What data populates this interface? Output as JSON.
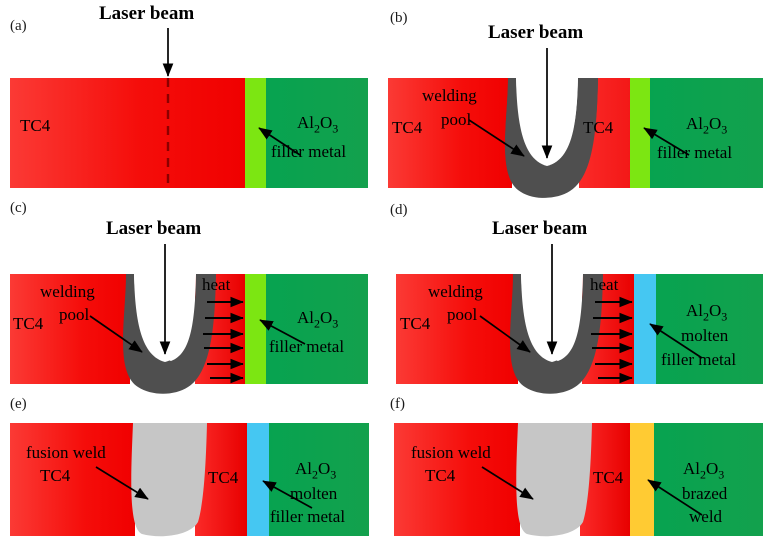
{
  "figure": {
    "description": "Schematic of laser welding-brazing process of TC4 titanium alloy to Al2O3 ceramic with filler metal",
    "panel_count": 6
  },
  "colors": {
    "tc4_red": "#F20808",
    "tc4_red_light": "#FB2A28",
    "al2o3_green": "#11A04E",
    "filler_green": "#7CE612",
    "filler_molten_blue": "#45C7F2",
    "brazed_weld_gold": "#FFCB33",
    "welding_pool_gray": "#4F4F4F",
    "fusion_weld_gray": "#C6C6C6",
    "keyhole_white": "#FFFFFF",
    "arrow_black": "#000000",
    "dashed_line": "#8B0000"
  },
  "panels": [
    {
      "id": "a",
      "label": "(a)",
      "beam_label": "Laser beam",
      "materials": [
        {
          "name": "TC4",
          "label": "TC4"
        },
        {
          "name": "filler-metal",
          "label": "filler metal"
        },
        {
          "name": "Al2O3",
          "label_main": "Al",
          "label_sub1": "2",
          "label_mid": "O",
          "label_sub2": "3"
        }
      ],
      "features": [
        "dashed-beam-axis",
        "downward-beam-arrow",
        "filler-metal-callout"
      ]
    },
    {
      "id": "b",
      "label": "(b)",
      "beam_label": "Laser beam",
      "materials": [
        {
          "name": "TC4",
          "label": "TC4"
        },
        {
          "name": "TC4-right",
          "label": "TC4"
        },
        {
          "name": "filler-metal",
          "label": "filler metal"
        },
        {
          "name": "Al2O3",
          "label_main": "Al",
          "label_sub1": "2",
          "label_mid": "O",
          "label_sub2": "3"
        }
      ],
      "welding_pool_label_line1": "welding",
      "welding_pool_label_line2": "pool",
      "features": [
        "welding-pool",
        "keyhole",
        "downward-beam-arrow",
        "welding-pool-callout",
        "filler-metal-callout"
      ]
    },
    {
      "id": "c",
      "label": "(c)",
      "beam_label": "Laser beam",
      "materials": [
        {
          "name": "TC4",
          "label": "TC4"
        },
        {
          "name": "filler-metal",
          "label": "filler metal"
        },
        {
          "name": "Al2O3",
          "label_main": "Al",
          "label_sub1": "2",
          "label_mid": "O",
          "label_sub2": "3"
        }
      ],
      "welding_pool_label_line1": "welding",
      "welding_pool_label_line2": "pool",
      "heat_label": "heat",
      "heat_arrow_count": 6,
      "features": [
        "welding-pool",
        "keyhole",
        "downward-beam-arrow",
        "heat-flow-arrows",
        "welding-pool-callout",
        "filler-metal-callout"
      ]
    },
    {
      "id": "d",
      "label": "(d)",
      "beam_label": "Laser beam",
      "materials": [
        {
          "name": "TC4",
          "label": "TC4"
        },
        {
          "name": "molten-filler-metal",
          "label_line1": "molten",
          "label_line2": "filler metal"
        },
        {
          "name": "Al2O3",
          "label_main": "Al",
          "label_sub1": "2",
          "label_mid": "O",
          "label_sub2": "3"
        }
      ],
      "welding_pool_label_line1": "welding",
      "welding_pool_label_line2": "pool",
      "heat_label": "heat",
      "heat_arrow_count": 6,
      "features": [
        "welding-pool",
        "keyhole",
        "downward-beam-arrow",
        "heat-flow-arrows",
        "molten-filler-callout"
      ]
    },
    {
      "id": "e",
      "label": "(e)",
      "materials": [
        {
          "name": "fusion-weld",
          "label_line1": "fusion weld",
          "label_line2": "TC4"
        },
        {
          "name": "TC4-right",
          "label": "TC4"
        },
        {
          "name": "molten-filler-metal",
          "label_line1": "molten",
          "label_line2": "filler metal"
        },
        {
          "name": "Al2O3",
          "label_main": "Al",
          "label_sub1": "2",
          "label_mid": "O",
          "label_sub2": "3"
        }
      ],
      "features": [
        "solidified-fusion-weld",
        "fusion-weld-callout",
        "molten-filler-callout"
      ]
    },
    {
      "id": "f",
      "label": "(f)",
      "materials": [
        {
          "name": "fusion-weld",
          "label_line1": "fusion weld",
          "label_line2": "TC4"
        },
        {
          "name": "TC4-right",
          "label": "TC4"
        },
        {
          "name": "brazed-weld",
          "label_line1": "brazed",
          "label_line2": "weld"
        },
        {
          "name": "Al2O3",
          "label_main": "Al",
          "label_sub1": "2",
          "label_mid": "O",
          "label_sub2": "3"
        }
      ],
      "features": [
        "solidified-fusion-weld",
        "brazed-weld",
        "fusion-weld-callout",
        "brazed-weld-callout"
      ]
    }
  ]
}
